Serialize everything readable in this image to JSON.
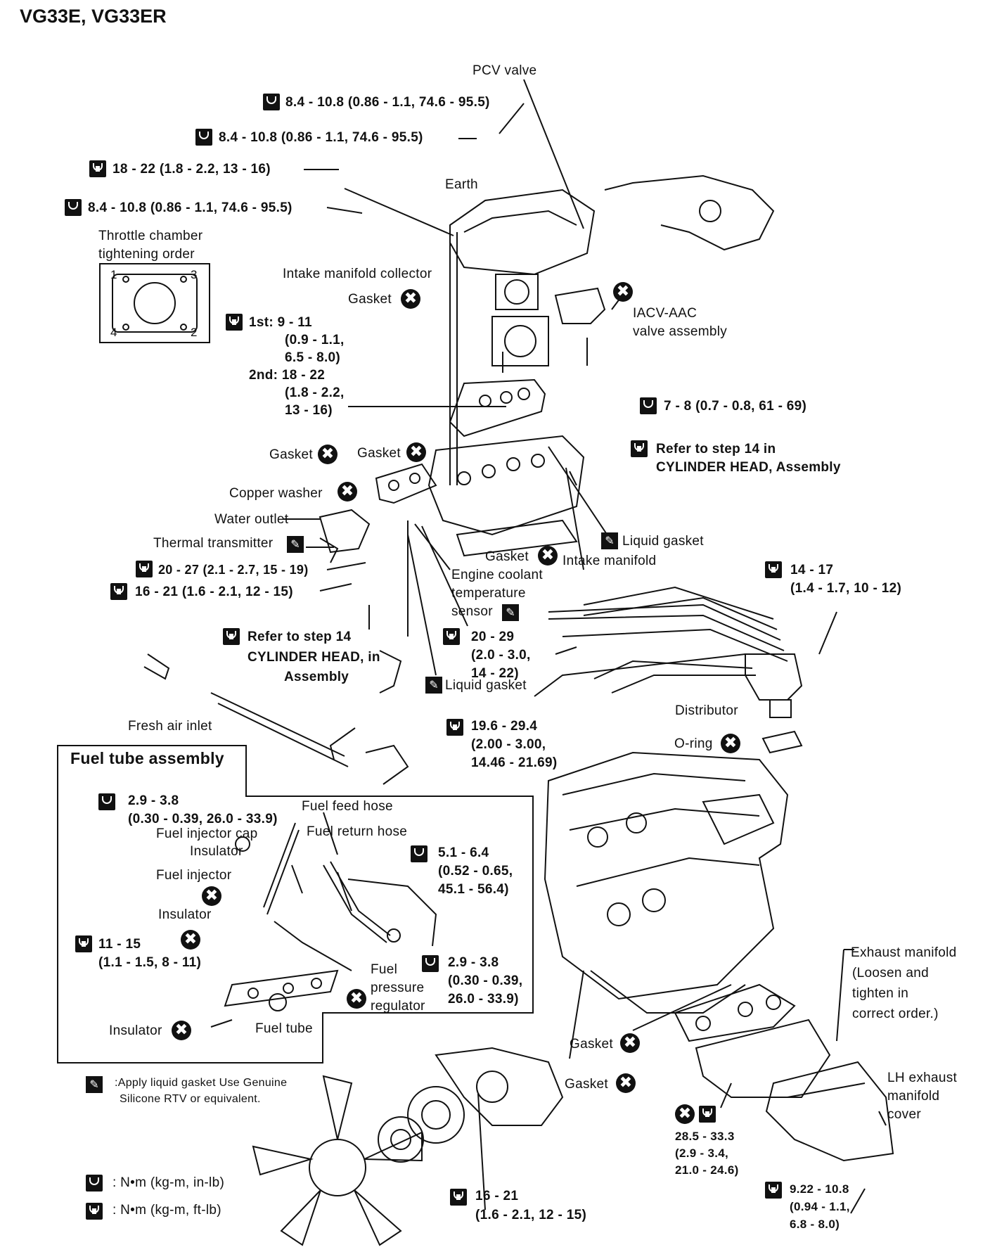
{
  "title": "VG33E, VG33ER",
  "labels": {
    "pcv_valve": "PCV valve",
    "earth": "Earth",
    "throttle_order_1": "Throttle chamber",
    "throttle_order_2": "tightening order",
    "intake_collector": "Intake manifold collector",
    "gasket": "Gasket",
    "iacv_1": "IACV-AAC",
    "iacv_2": "valve assembly",
    "copper_washer": "Copper washer",
    "water_outlet": "Water outlet",
    "thermal_transmitter": "Thermal transmitter",
    "liquid_gasket": "Liquid gasket",
    "intake_manifold": "Intake manifold",
    "coolant_1": "Engine coolant",
    "coolant_2": "temperature",
    "coolant_3": "sensor",
    "distributor": "Distributor",
    "o_ring": "O-ring",
    "fresh_air": "Fresh air inlet",
    "fuel_box_title": "Fuel tube assembly",
    "fuel_feed": "Fuel feed hose",
    "fuel_return": "Fuel return hose",
    "injector_cap": "Fuel injector cap",
    "insulator": "Insulator",
    "fuel_injector": "Fuel injector",
    "fuel_1": "Fuel",
    "pressure": "pressure",
    "regulator": "regulator",
    "fuel_tube": "Fuel tube",
    "exhaust_1": "Exhaust manifold",
    "exhaust_2": "(Loosen and",
    "exhaust_3": "tighten in",
    "exhaust_4": "correct order.)",
    "lh_1": "LH exhaust",
    "lh_2": "manifold",
    "lh_3": "cover"
  },
  "torque": {
    "t1": "8.4 - 10.8 (0.86 - 1.1, 74.6 - 95.5)",
    "t2": "8.4 - 10.8 (0.86 - 1.1, 74.6 - 95.5)",
    "t3": "18 - 22 (1.8 - 2.2, 13 - 16)",
    "t4": "8.4 - 10.8 (0.86 - 1.1, 74.6 - 95.5)",
    "throttle_1": "1st: 9 - 11",
    "throttle_2": "(0.9 - 1.1,",
    "throttle_3": "6.5 - 8.0)",
    "throttle_4": "2nd: 18 - 22",
    "throttle_5": "(1.8 - 2.2,",
    "throttle_6": "13 - 16)",
    "t5": "7 - 8 (0.7 - 0.8, 61 - 69)",
    "refer_1": "Refer to step 14 in",
    "refer_2": "CYLINDER HEAD, Assembly",
    "t6": "20 - 27 (2.1 - 2.7, 15 - 19)",
    "t7": "16 - 21 (1.6 - 2.1, 12 - 15)",
    "t8_1": "14 - 17",
    "t8_2": "(1.4 - 1.7, 10 - 12)",
    "refer2_1": "Refer to step 14",
    "refer2_2": "CYLINDER HEAD, in",
    "refer2_3": "Assembly",
    "t9_1": "20 - 29",
    "t9_2": "(2.0 - 3.0,",
    "t9_3": "14 - 22)",
    "t10_1": "19.6 - 29.4",
    "t10_2": "(2.00 - 3.00,",
    "t10_3": "14.46 - 21.69)",
    "t11_1": "2.9 - 3.8",
    "t11_2": "(0.30 - 0.39, 26.0 - 33.9)",
    "t12_1": "5.1 - 6.4",
    "t12_2": "(0.52 - 0.65,",
    "t12_3": "45.1 - 56.4)",
    "t13_1": "11 - 15",
    "t13_2": "(1.1 - 1.5, 8 - 11)",
    "t14_1": "2.9 - 3.8",
    "t14_2": "(0.30 - 0.39,",
    "t14_3": "26.0 - 33.9)",
    "t15_1": "28.5 - 33.3",
    "t15_2": "(2.9 - 3.4,",
    "t15_3": "21.0 - 24.6)",
    "t16_1": "9.22 - 10.8",
    "t16_2": "(0.94 - 1.1,",
    "t16_3": "6.8 - 8.0)",
    "t17_1": "16 - 21",
    "t17_2": "(1.6 - 2.1, 12 - 15)"
  },
  "legend": {
    "liquid_1": ":Apply liquid gasket Use Genuine",
    "liquid_2": "Silicone RTV or equivalent.",
    "inlb": ": N•m (kg-m, in-lb)",
    "ftlb": ": N•m (kg-m, ft-lb)"
  },
  "throttle_diagram_numbers": [
    "1",
    "3",
    "4",
    "2"
  ],
  "symbol": "✖"
}
